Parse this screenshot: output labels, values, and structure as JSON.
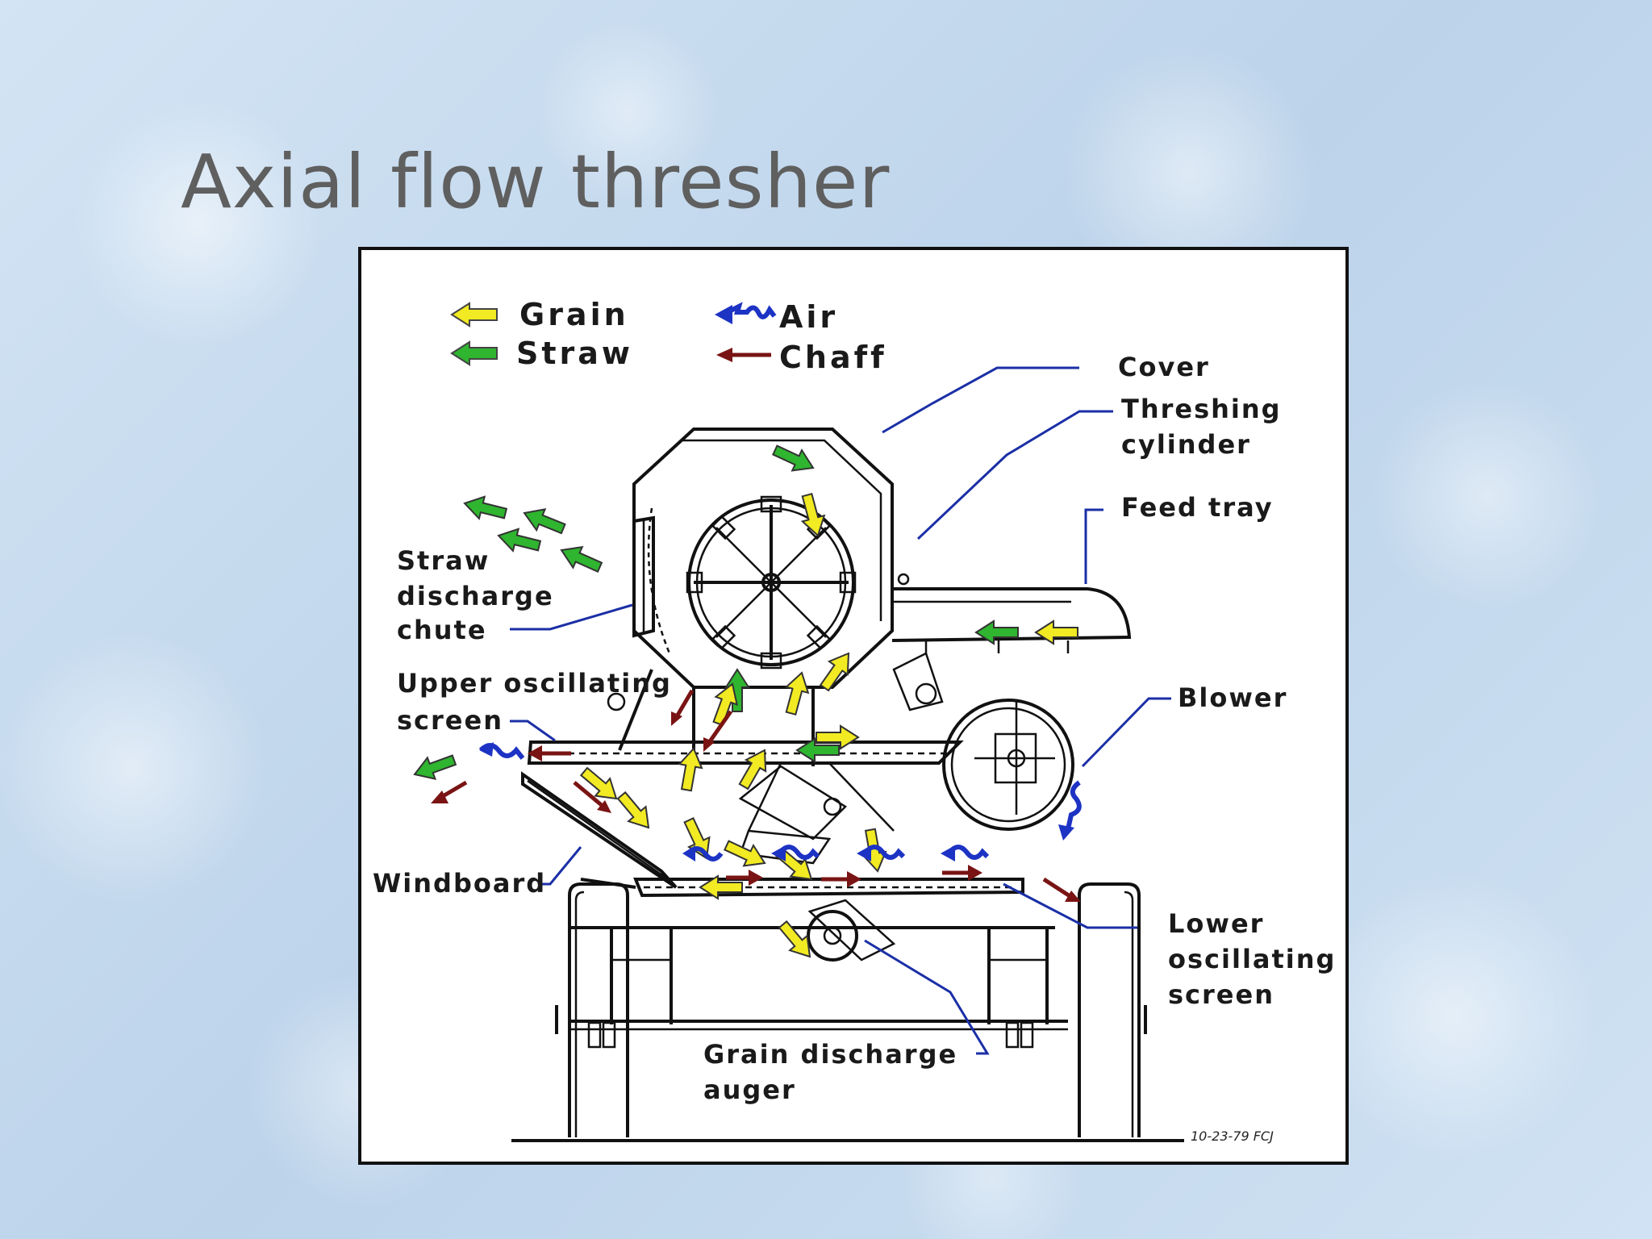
{
  "title": "Axial flow thresher",
  "legend": {
    "grain": "Grain",
    "straw": "Straw",
    "air": "Air",
    "chaff": "Chaff"
  },
  "labels": {
    "cover": "Cover",
    "threshing_1": "Threshing",
    "threshing_2": "cylinder",
    "feed_tray": "Feed tray",
    "straw_1": "Straw",
    "straw_2": "discharge",
    "straw_3": "chute",
    "upper_1": "Upper oscillating",
    "upper_2": "screen",
    "blower": "Blower",
    "windboard": "Windboard",
    "lower_1": "Lower",
    "lower_2": "oscillating",
    "lower_3": "screen",
    "auger_1": "Grain discharge",
    "auger_2": "auger",
    "signature": "10-23-79 FCJ"
  },
  "colors": {
    "grain": "#f2ea22",
    "straw": "#2fb52f",
    "air": "#1d33c4",
    "chaff": "#7a1414",
    "leader": "#1b2fa6"
  }
}
